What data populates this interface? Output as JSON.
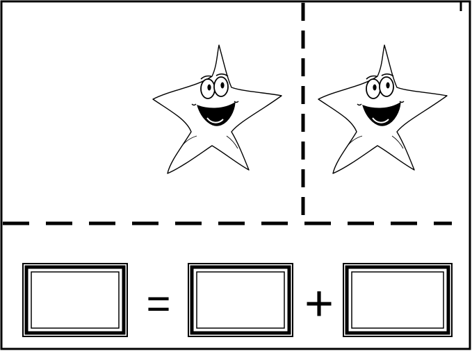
{
  "worksheet": {
    "type": "number-bond-addition",
    "top_panel": {
      "left_group": {
        "star_count": 1
      },
      "right_group": {
        "star_count": 1
      }
    },
    "equation": {
      "equals_symbol": "=",
      "plus_symbol": "+",
      "total_box_value": "",
      "addend_1_value": "",
      "addend_2_value": ""
    },
    "colors": {
      "ink": "#000000",
      "paper": "#ffffff"
    }
  }
}
